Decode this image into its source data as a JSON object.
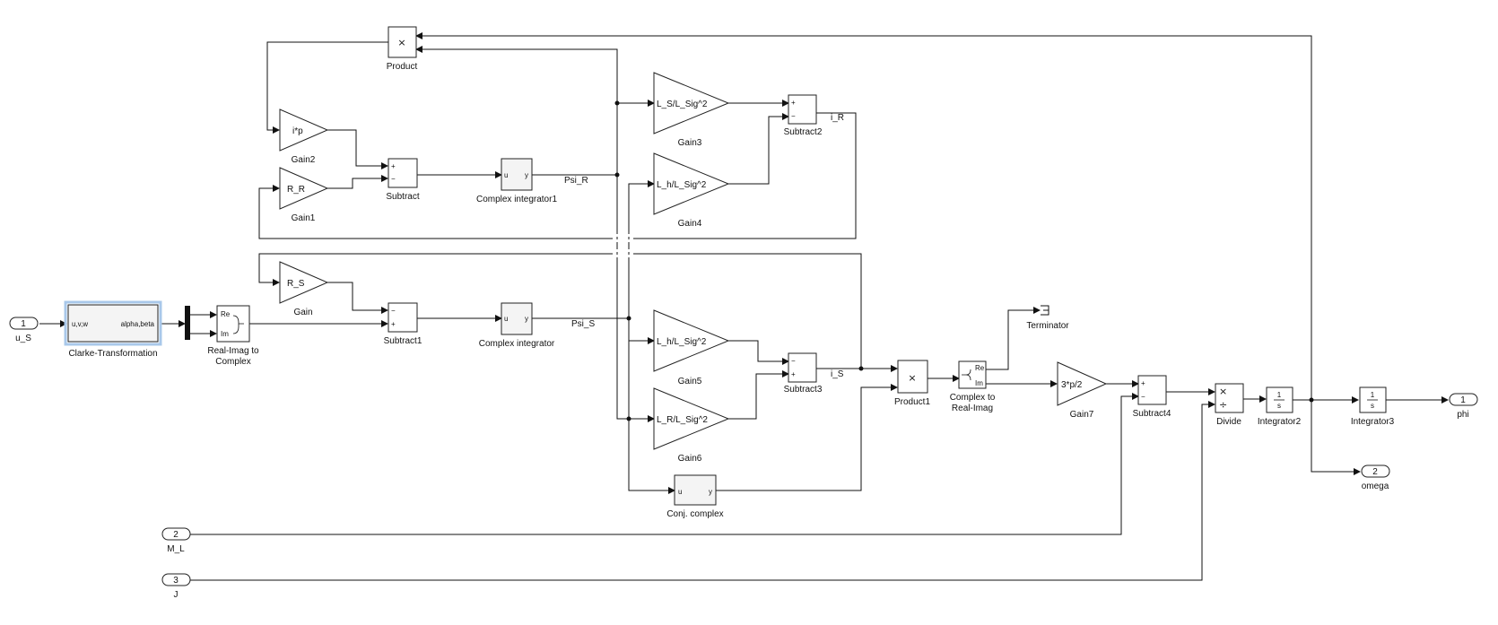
{
  "ports": {
    "in1": {
      "num": "1",
      "name": "u_S"
    },
    "in2": {
      "num": "2",
      "name": "M_L"
    },
    "in3": {
      "num": "3",
      "name": "J"
    },
    "out1": {
      "num": "1",
      "name": "phi"
    },
    "out2": {
      "num": "2",
      "name": "omega"
    }
  },
  "blocks": {
    "clarke": {
      "name": "Clarke-Transformation",
      "in_port": "u,v,w",
      "out_port": "alpha,beta"
    },
    "ri2c": {
      "name_line1": "Real-Imag to",
      "name_line2": "Complex",
      "re": "Re",
      "im": "Im"
    },
    "c2ri": {
      "name_line1": "Complex to",
      "name_line2": "Real-Imag",
      "re": "Re",
      "im": "Im"
    },
    "product": {
      "name": "Product",
      "symbol": "×"
    },
    "product1": {
      "name": "Product1",
      "symbol": "×"
    },
    "gain": {
      "name": "Gain",
      "value": "R_S"
    },
    "gain1": {
      "name": "Gain1",
      "value": "R_R"
    },
    "gain2": {
      "name": "Gain2",
      "value": "i*p"
    },
    "gain3": {
      "name": "Gain3",
      "value": "L_S/L_Sig^2"
    },
    "gain4": {
      "name": "Gain4",
      "value": "L_h/L_Sig^2"
    },
    "gain5": {
      "name": "Gain5",
      "value": "L_h/L_Sig^2"
    },
    "gain6": {
      "name": "Gain6",
      "value": "L_R/L_Sig^2"
    },
    "gain7": {
      "name": "Gain7",
      "value": "3*p/2"
    },
    "subtract": {
      "name": "Subtract"
    },
    "subtract1": {
      "name": "Subtract1"
    },
    "subtract2": {
      "name": "Subtract2"
    },
    "subtract3": {
      "name": "Subtract3"
    },
    "subtract4": {
      "name": "Subtract4"
    },
    "cint": {
      "name": "Complex integrator",
      "u": "u",
      "y": "y"
    },
    "cint1": {
      "name": "Complex integrator1",
      "u": "u",
      "y": "y"
    },
    "conj": {
      "name": "Conj. complex",
      "u": "u",
      "y": "y"
    },
    "terminator": {
      "name": "Terminator"
    },
    "divide": {
      "name": "Divide",
      "mul": "×",
      "div": "÷"
    },
    "int2": {
      "name": "Integrator2",
      "num": "1",
      "den": "s"
    },
    "int3": {
      "name": "Integrator3",
      "num": "1",
      "den": "s"
    }
  },
  "signs": {
    "plus": "+",
    "minus": "−"
  },
  "signals": {
    "psi_r": "Psi_R",
    "psi_s": "Psi_S",
    "i_r": "i_R",
    "i_s": "i_S"
  },
  "colors": {
    "selection": "#a9c8ea",
    "wire": "#111111"
  }
}
